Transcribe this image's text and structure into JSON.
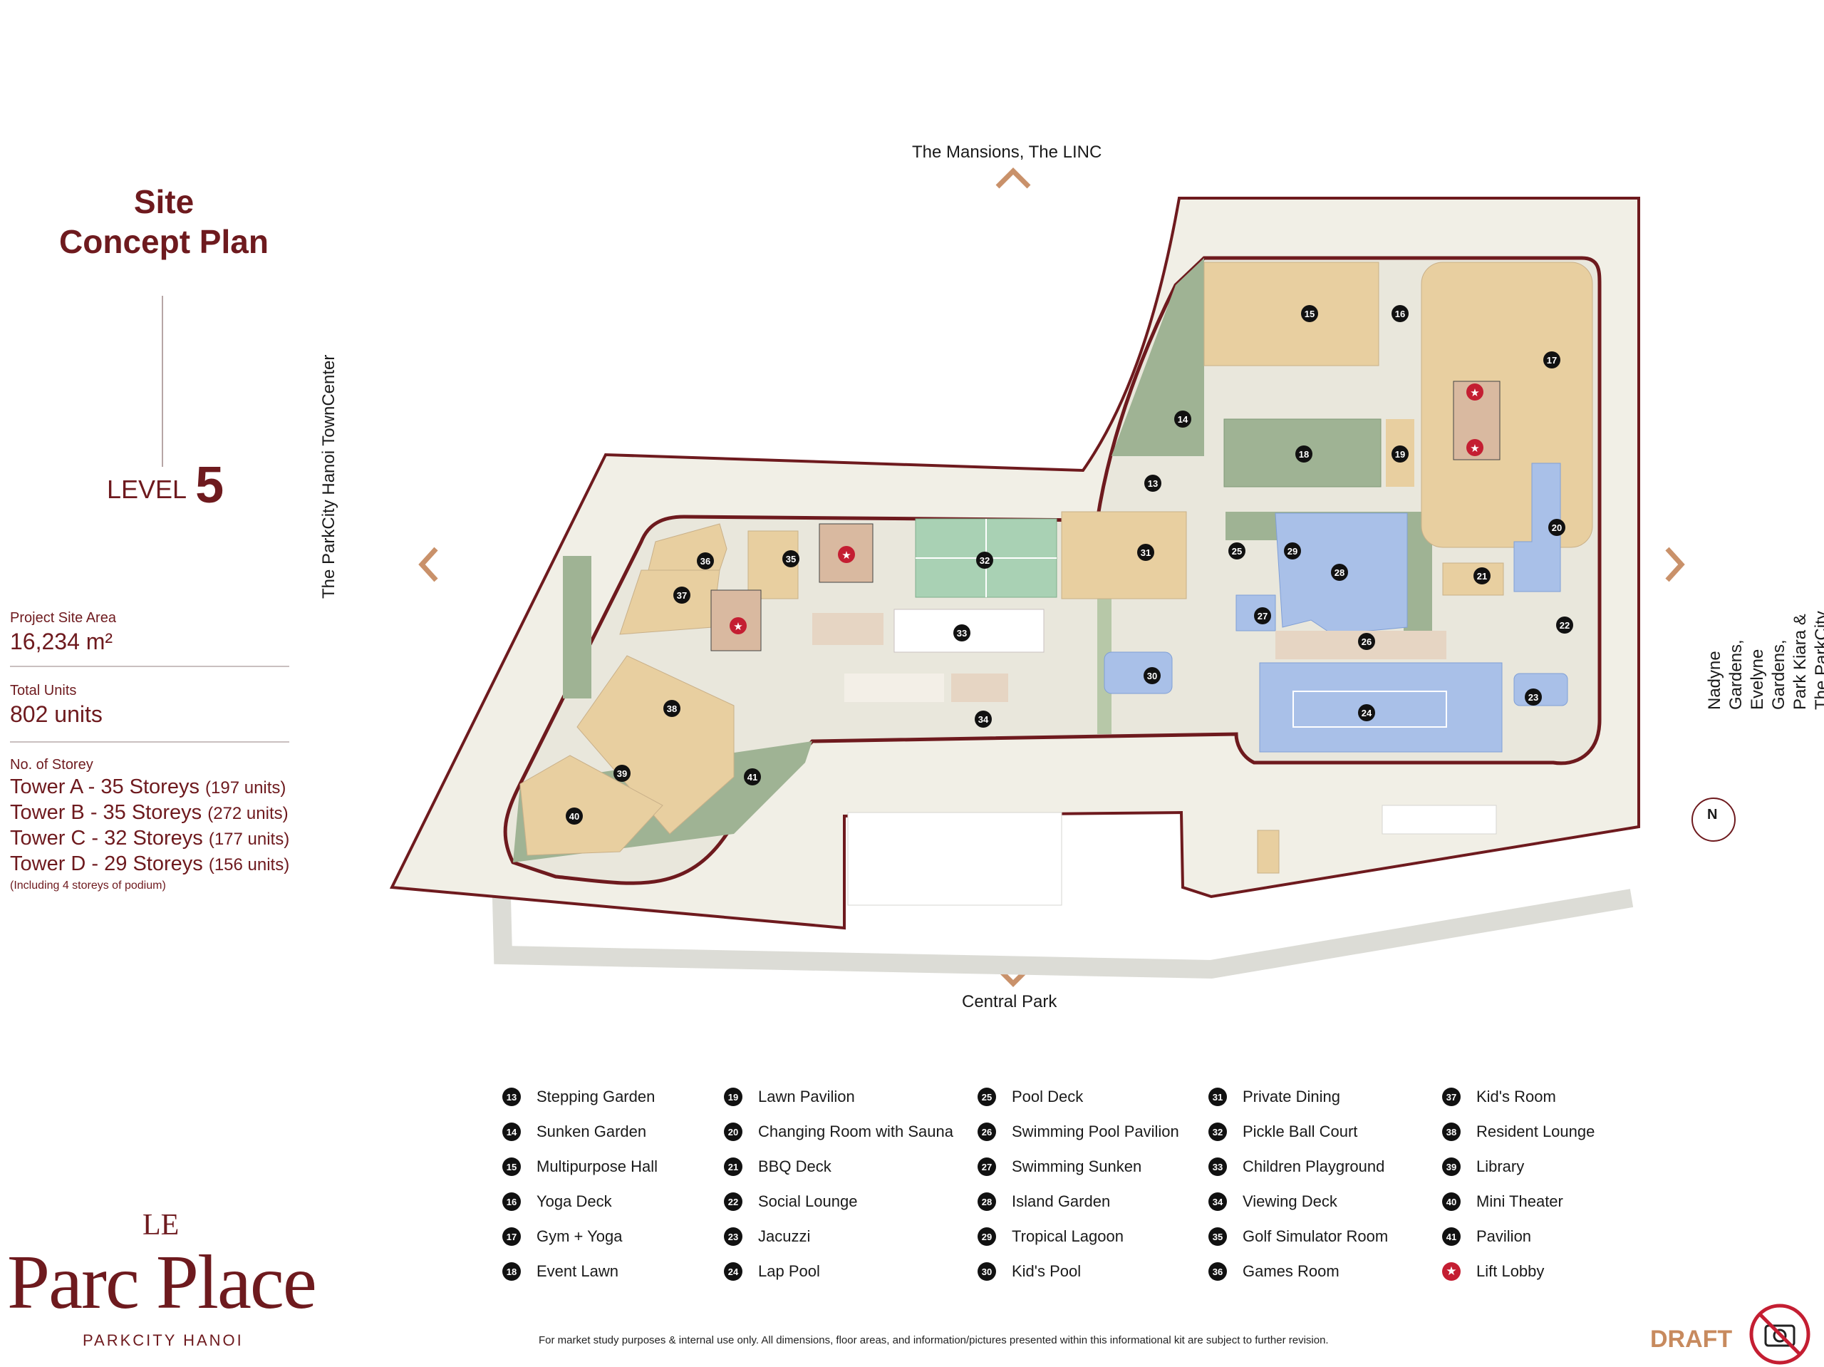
{
  "title_line1": "Site",
  "title_line2": "Concept Plan",
  "level_label": "LEVEL",
  "level_number": "5",
  "project": {
    "site_area_label": "Project Site Area",
    "site_area_value": "16,234 m²",
    "units_label": "Total Units",
    "units_value": "802 units",
    "storey_label": "No. of Storey",
    "towers": [
      {
        "name": "Tower A - 35 Storeys",
        "units": "(197 units)"
      },
      {
        "name": "Tower B - 35 Storeys",
        "units": "(272 units)"
      },
      {
        "name": "Tower C - 32 Storeys",
        "units": "(177 units)"
      },
      {
        "name": "Tower D - 29 Storeys",
        "units": "(156 units)"
      }
    ],
    "podium_note": "(Including 4 storeys of podium)"
  },
  "directions": {
    "top": "The Mansions, The LINC",
    "bottom": "Central Park",
    "left": "The ParkCity Hanoi TownCenter",
    "right_line1": "Nadyne Gardens, Evelyne Gardens,",
    "right_line2": "Park Kiara & The ParkCity Club Hanoi"
  },
  "compass_label": "N",
  "map_markers": [
    "13",
    "14",
    "15",
    "16",
    "17",
    "18",
    "19",
    "20",
    "21",
    "22",
    "23",
    "24",
    "25",
    "26",
    "27",
    "28",
    "29",
    "30",
    "31",
    "32",
    "33",
    "34",
    "35",
    "36",
    "37",
    "38",
    "39",
    "40",
    "41"
  ],
  "legend": [
    {
      "num": "13",
      "label": "Stepping Garden"
    },
    {
      "num": "14",
      "label": "Sunken Garden"
    },
    {
      "num": "15",
      "label": "Multipurpose Hall"
    },
    {
      "num": "16",
      "label": "Yoga Deck"
    },
    {
      "num": "17",
      "label": "Gym + Yoga"
    },
    {
      "num": "18",
      "label": "Event Lawn"
    },
    {
      "num": "19",
      "label": "Lawn Pavilion"
    },
    {
      "num": "20",
      "label": "Changing Room with Sauna"
    },
    {
      "num": "21",
      "label": "BBQ Deck"
    },
    {
      "num": "22",
      "label": "Social Lounge"
    },
    {
      "num": "23",
      "label": "Jacuzzi"
    },
    {
      "num": "24",
      "label": "Lap Pool"
    },
    {
      "num": "25",
      "label": "Pool Deck"
    },
    {
      "num": "26",
      "label": "Swimming Pool Pavilion"
    },
    {
      "num": "27",
      "label": "Swimming Sunken"
    },
    {
      "num": "28",
      "label": "Island Garden"
    },
    {
      "num": "29",
      "label": "Tropical Lagoon"
    },
    {
      "num": "30",
      "label": "Kid's Pool"
    },
    {
      "num": "31",
      "label": "Private Dining"
    },
    {
      "num": "32",
      "label": "Pickle Ball Court"
    },
    {
      "num": "33",
      "label": "Children Playground"
    },
    {
      "num": "34",
      "label": "Viewing Deck"
    },
    {
      "num": "35",
      "label": "Golf Simulator Room"
    },
    {
      "num": "36",
      "label": "Games Room"
    },
    {
      "num": "37",
      "label": "Kid's Room"
    },
    {
      "num": "38",
      "label": "Resident Lounge"
    },
    {
      "num": "39",
      "label": "Library"
    },
    {
      "num": "40",
      "label": "Mini Theater"
    },
    {
      "num": "41",
      "label": "Pavilion"
    },
    {
      "num": "",
      "label": "Lift Lobby"
    }
  ],
  "logo": {
    "prefix": "LE",
    "name": "Parc Place",
    "sub": "PARKCITY HANOI"
  },
  "disclaimer": "For market study purposes & internal use only. All dimensions, floor areas, and information/pictures presented within this informational kit are subject to further revision.",
  "draft_label": "DRAFT",
  "colors": {
    "brand": "#6e1a1e",
    "building": "#e8cfa0",
    "pool": "#a9c0e8",
    "green": "#9fb394",
    "court": "#a9d1b4",
    "deck": "#e6d5c3"
  }
}
